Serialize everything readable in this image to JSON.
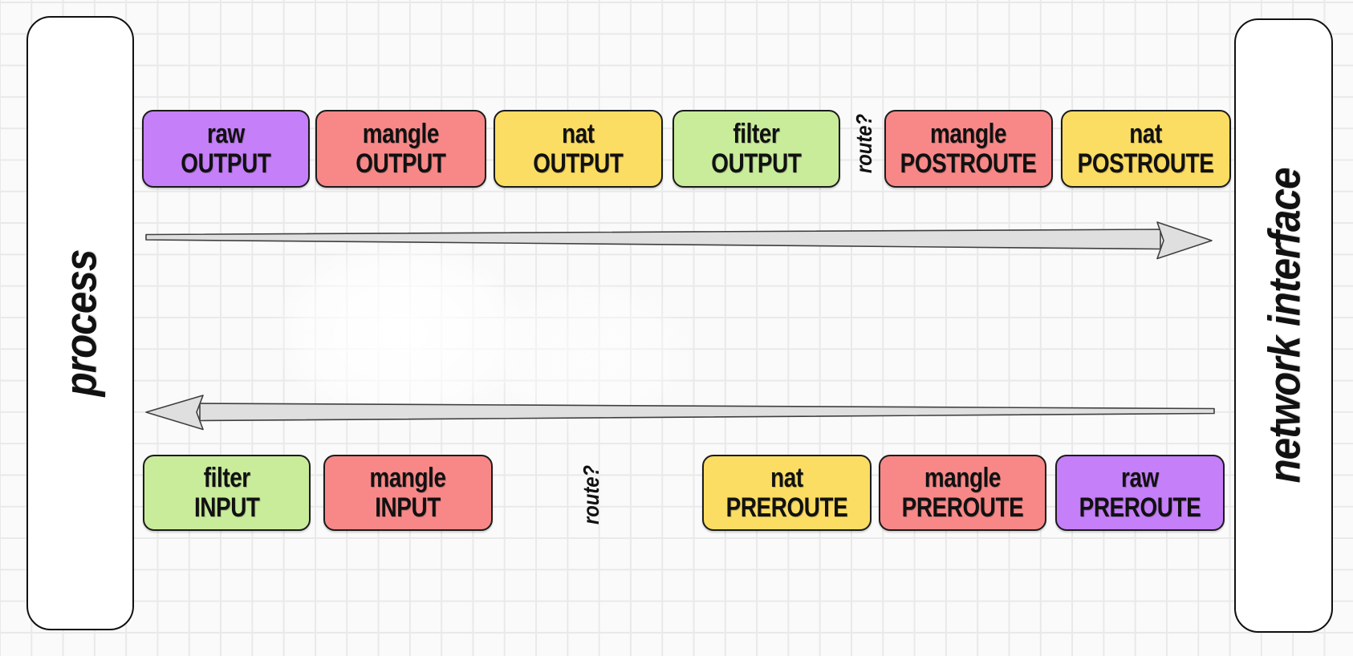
{
  "diagram": {
    "endpoints": {
      "process": "process",
      "network_interface": "network interface"
    },
    "top_row": {
      "route_label": "route?",
      "boxes": [
        {
          "table": "raw",
          "chain": "OUTPUT",
          "color_name": "purple"
        },
        {
          "table": "mangle",
          "chain": "OUTPUT",
          "color_name": "red"
        },
        {
          "table": "nat",
          "chain": "OUTPUT",
          "color_name": "yellow"
        },
        {
          "table": "filter",
          "chain": "OUTPUT",
          "color_name": "green"
        },
        {
          "table": "mangle",
          "chain": "POSTROUTE",
          "color_name": "red"
        },
        {
          "table": "nat",
          "chain": "POSTROUTE",
          "color_name": "yellow"
        }
      ]
    },
    "bottom_row": {
      "route_label": "route?",
      "boxes": [
        {
          "table": "filter",
          "chain": "INPUT",
          "color_name": "green"
        },
        {
          "table": "mangle",
          "chain": "INPUT",
          "color_name": "red"
        },
        {
          "table": "nat",
          "chain": "PREROUTE",
          "color_name": "yellow"
        },
        {
          "table": "mangle",
          "chain": "PREROUTE",
          "color_name": "red"
        },
        {
          "table": "raw",
          "chain": "PREROUTE",
          "color_name": "purple"
        }
      ]
    },
    "colors": {
      "purple": "#c57ff8",
      "red": "#f88888",
      "yellow": "#fbdd63",
      "green": "#c9ec9b",
      "box_border": "#1b1b1b",
      "arrow_fill": "#dfdfdf",
      "arrow_stroke": "#3f3f3f"
    }
  }
}
